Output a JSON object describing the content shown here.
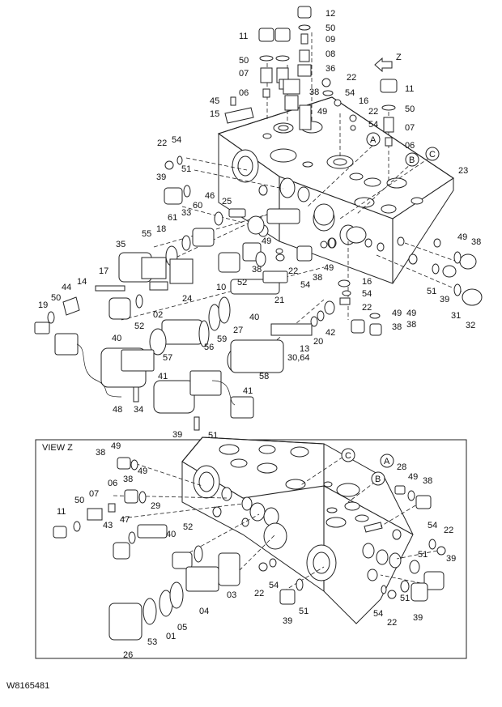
{
  "drawing_id": "W8165481",
  "view_z_title": "VIEW Z",
  "z_arrow_label": "Z",
  "port_markers": [
    "A",
    "B",
    "C"
  ],
  "top_labels": [
    "12",
    "50",
    "09",
    "08",
    "36",
    "22",
    "11",
    "50",
    "07",
    "06",
    "45",
    "15",
    "16",
    "54",
    "22",
    "54",
    "11",
    "50",
    "07",
    "06",
    "38",
    "49",
    "22",
    "54",
    "23",
    "39",
    "51",
    "25",
    "46",
    "60",
    "33",
    "61",
    "18",
    "55",
    "35",
    "17",
    "44",
    "14",
    "50",
    "19",
    "40",
    "52",
    "02",
    "24",
    "49",
    "38",
    "52",
    "22",
    "54",
    "38",
    "49",
    "16",
    "54",
    "22",
    "49",
    "38",
    "49",
    "38",
    "51",
    "39",
    "31",
    "32",
    "40",
    "21",
    "10",
    "42",
    "20",
    "13",
    "30,64",
    "58",
    "57",
    "56",
    "59",
    "27",
    "41",
    "48",
    "34",
    "41",
    "39",
    "51",
    "49",
    "38"
  ],
  "viewz_labels": [
    "38",
    "49",
    "38",
    "49",
    "50",
    "07",
    "06",
    "11",
    "47",
    "29",
    "43",
    "40",
    "52",
    "01",
    "05",
    "04",
    "03",
    "53",
    "26",
    "22",
    "54",
    "51",
    "39",
    "28",
    "49",
    "38",
    "54",
    "22",
    "51",
    "39",
    "54",
    "22",
    "39",
    "51"
  ]
}
